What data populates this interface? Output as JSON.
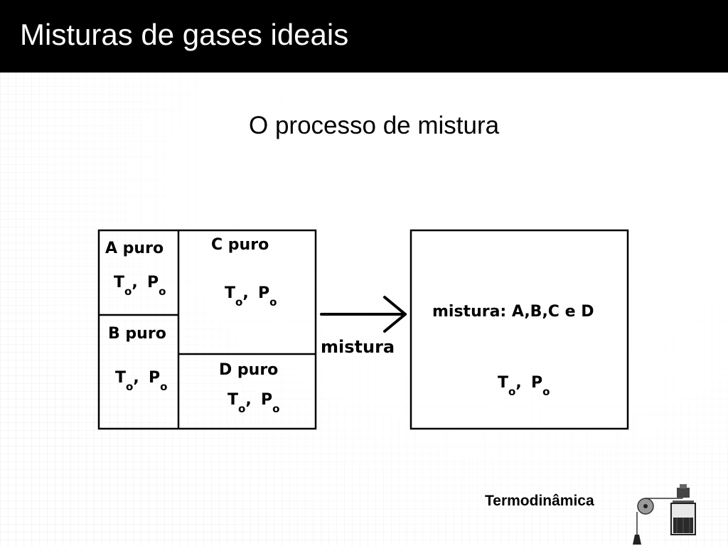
{
  "slide": {
    "title": "Misturas de gases ideais",
    "subtitle": "O processo de mistura",
    "footer": "Termodinâmica"
  },
  "diagram": {
    "compartments": [
      {
        "label": "A puro",
        "t": "T",
        "p": "P",
        "sub": "o"
      },
      {
        "label": "B puro",
        "t": "T",
        "p": "P",
        "sub": "o"
      },
      {
        "label": "C puro",
        "t": "T",
        "p": "P",
        "sub": "o"
      },
      {
        "label": "D puro",
        "t": "T",
        "p": "P",
        "sub": "o"
      }
    ],
    "arrow_label": "mistura",
    "result": {
      "label": "mistura: A,B,C e D",
      "t": "T",
      "p": "P",
      "sub": "o"
    },
    "separator": ","
  },
  "colors": {
    "title_bar": "#000000",
    "title_text": "#ffffff",
    "line": "#000000"
  },
  "icons": {
    "footer": "weight-pulley-icon"
  }
}
